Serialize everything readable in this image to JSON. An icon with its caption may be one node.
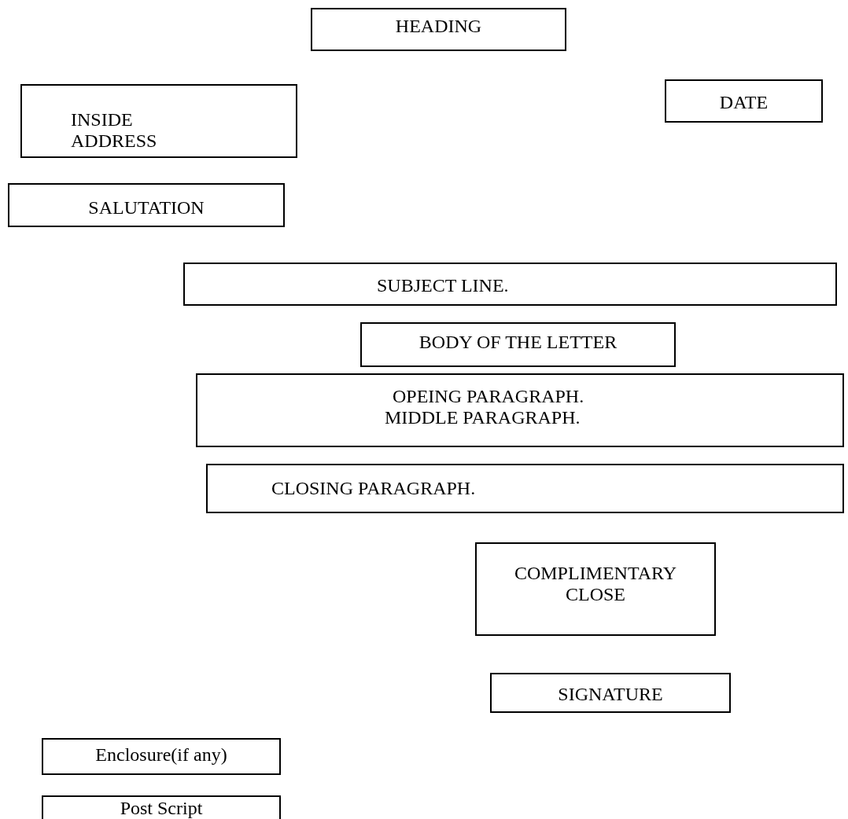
{
  "diagram": {
    "nodes": [
      {
        "text": [
          "HEADING"
        ]
      },
      {
        "text": [
          "INSIDE ADDRESS"
        ]
      },
      {
        "text": [
          "DATE"
        ]
      },
      {
        "text": [
          "SALUTATION"
        ]
      },
      {
        "text": [
          "SUBJECT LINE."
        ]
      },
      {
        "text": [
          "BODY OF THE LETTER"
        ]
      },
      {
        "text": [
          "OPEING PARAGRAPH.",
          "MIDDLE PARAGRAPH."
        ]
      },
      {
        "text": [
          "CLOSING PARAGRAPH."
        ]
      },
      {
        "text": [
          "COMPLIMENTARY CLOSE"
        ]
      },
      {
        "text": [
          "SIGNATURE"
        ]
      },
      {
        "text": [
          "Enclosure(if any)"
        ]
      },
      {
        "text": [
          "Post Script"
        ]
      }
    ]
  }
}
